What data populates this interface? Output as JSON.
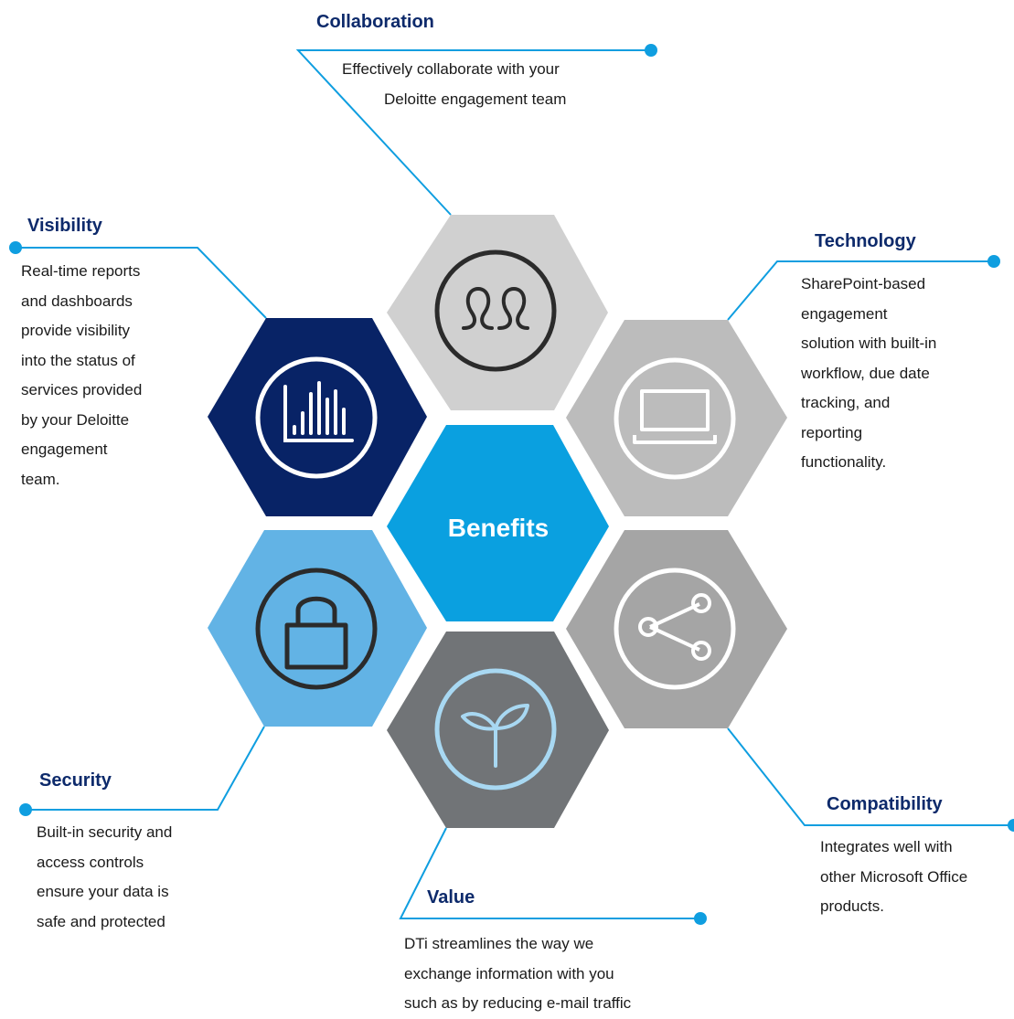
{
  "center": {
    "label": "Benefits",
    "color": "#0aa0e0"
  },
  "colors": {
    "connector": "#0f9ee0",
    "heading": "#0d2a6b",
    "body_text": "#1a1a1a"
  },
  "segments": {
    "collaboration": {
      "title": "Collaboration",
      "lines": [
        "Effectively collaborate with your",
        "Deloitte engagement team"
      ],
      "icon": "people-icon",
      "fill": "#d0d0d0",
      "icon_color": "#2b2b2b"
    },
    "visibility": {
      "title": "Visibility",
      "lines": [
        "Real-time reports",
        "and dashboards",
        "provide visibility",
        "into the status of",
        "services provided",
        "by your Deloitte",
        "engagement",
        "team."
      ],
      "icon": "bar-chart-icon",
      "fill": "#082366",
      "icon_color": "#ffffff"
    },
    "technology": {
      "title": "Technology",
      "lines": [
        "SharePoint-based",
        "engagement",
        "solution with built-in",
        "workflow, due date",
        "tracking, and",
        "reporting",
        "functionality."
      ],
      "icon": "laptop-icon",
      "fill": "#bcbcbc",
      "icon_color": "#ffffff"
    },
    "security": {
      "title": "Security",
      "lines": [
        "Built-in security and",
        "access controls",
        "ensure your data is",
        "safe and protected"
      ],
      "icon": "lock-icon",
      "fill": "#62b3e5",
      "icon_color": "#2b2b2b"
    },
    "compatibility": {
      "title": "Compatibility",
      "lines": [
        "Integrates well with",
        "other Microsoft Office",
        "products."
      ],
      "icon": "share-icon",
      "fill": "#a5a5a5",
      "icon_color": "#ffffff"
    },
    "value": {
      "title": "Value",
      "lines": [
        "DTi streamlines the way we",
        "exchange information with you",
        "such as by reducing e-mail traffic"
      ],
      "icon": "sprout-icon",
      "fill": "#717477",
      "icon_color": "#a8d8f2"
    }
  }
}
